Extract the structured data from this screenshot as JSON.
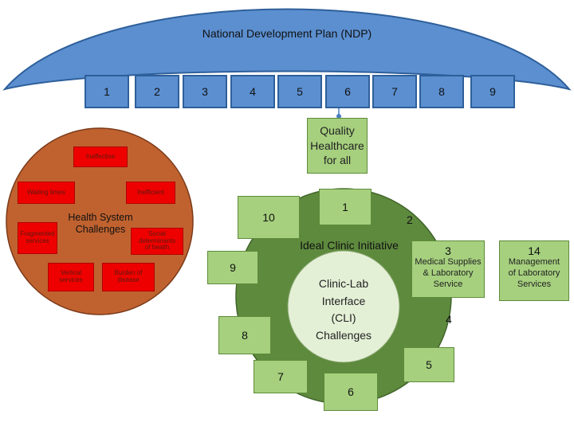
{
  "ndp": {
    "title": "National Development Plan (NDP)",
    "boxes": [
      "1",
      "2",
      "3",
      "4",
      "5",
      "6",
      "7",
      "8",
      "9"
    ]
  },
  "quality": {
    "line1": "Quality",
    "line2": "Healthcare",
    "line3": "for all"
  },
  "health_system": {
    "title_line1": "Health System",
    "title_line2": "Challenges",
    "challenges": {
      "ineffective": "Ineffective",
      "waiting_times": "Waiting times",
      "inefficient": "Inefficient",
      "fragmented_line1": "Fragmented",
      "fragmented_line2": "services",
      "social_line1": "Social",
      "social_line2": "determinants",
      "social_line3": "of health",
      "vertical_line1": "Vertical",
      "vertical_line2": "services",
      "burden_line1": "Burden of",
      "burden_line2": "disease"
    }
  },
  "ideal_clinic": {
    "title": "Ideal Clinic Initiative",
    "cli_line1": "Clinic-Lab",
    "cli_line2": "Interface",
    "cli_line3": "(CLI)",
    "cli_line4": "Challenges",
    "items": {
      "n1": "1",
      "n2": "2",
      "n3": "3",
      "n4": "4",
      "n5": "5",
      "n6": "6",
      "n7": "7",
      "n8": "8",
      "n9": "9",
      "n10": "10",
      "n14": "14"
    },
    "medical_line1": "Medical Supplies",
    "medical_line2": "& Laboratory",
    "medical_line3": "Service",
    "management_line1": "Management",
    "management_line2": "of Laboratory",
    "management_line3": "Services"
  },
  "colors": {
    "arch_blue": "#5b8fd0",
    "arch_border": "#2e5f9a",
    "circle_brown": "#c0622f",
    "challenge_red": "#ee0000",
    "ideal_green": "#5e8a3e",
    "light_green": "#a6d07e",
    "cli_center": "#e4f0d6"
  }
}
